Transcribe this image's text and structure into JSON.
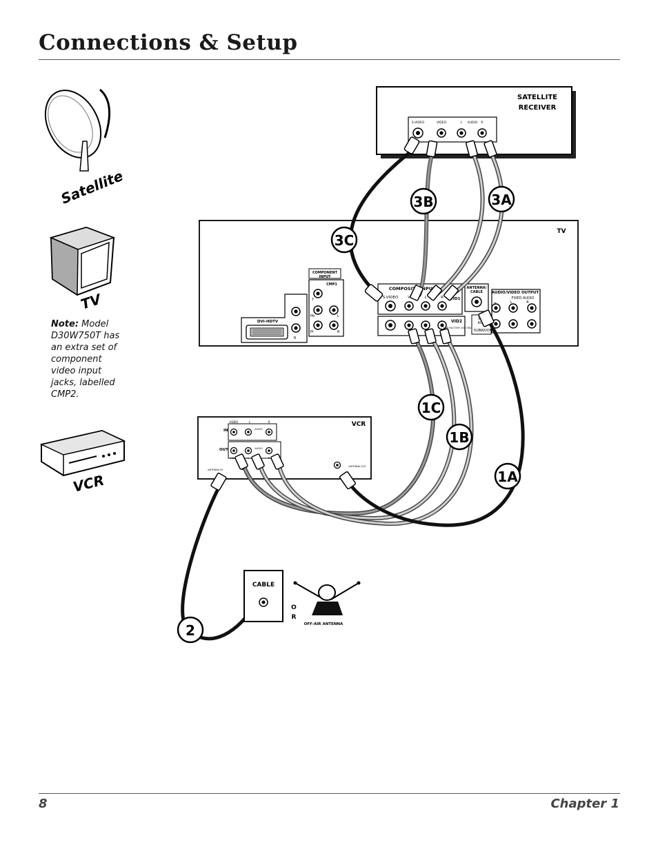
{
  "page": {
    "title": "Connections & Setup",
    "page_number": "8",
    "chapter": "Chapter 1"
  },
  "sidebar": {
    "satellite_label": "Satellite",
    "tv_label": "TV",
    "vcr_label": "VCR",
    "note_heading": "Note:",
    "note_text": " Model D30W750T has an extra set of component video input jacks, labelled CMP2."
  },
  "satellite_receiver": {
    "title_line1": "SATELLITE",
    "title_line2": "RECEIVER",
    "jack_svideo": "S-VIDEO",
    "jack_video": "VIDEO",
    "jack_l": "L",
    "jack_audio": "AUDIO",
    "jack_r": "R"
  },
  "tv_panel": {
    "title": "TV",
    "dvi": "DVI-HDTV",
    "component_line1": "COMPONENT",
    "component_line2": "INPUT",
    "cmp1": "CMP1",
    "jack_y": "Y",
    "jack_pb": "Pb",
    "jack_pr": "Pr",
    "jack_l": "L",
    "jack_r": "R",
    "composite": "COMPOSITE INPUTS",
    "svideo": "S-VIDEO",
    "jack_v": "V",
    "vid1": "VID1",
    "vid2": "VID2",
    "factory": "FOR FACTORY USE ONLY",
    "antenna_line1": "ANTENNA/",
    "antenna_line2": "CABLE",
    "av_output": "AUDIO/VIDEO OUTPUT",
    "fixed_audio": "FIXED AUDIO",
    "var_audio_line1": "VAR",
    "var_audio_line2": "AUD",
    "subwoofer": "SUBWOOFER"
  },
  "vcr_panel": {
    "title": "VCR",
    "in": "IN",
    "out": "OUT",
    "video": "VIDEO",
    "l": "L",
    "r": "R",
    "audio": "AUDIO",
    "antenna_in": "ANTENNA IN",
    "antenna_out": "ANTENNA OUT"
  },
  "sources": {
    "cable": "CABLE",
    "or_o": "O",
    "or_r": "R",
    "off_air": "OFF-AIR ANTENNA"
  },
  "callouts": {
    "c3a": "3A",
    "c3b": "3B",
    "c3c": "3C",
    "c1a": "1A",
    "c1b": "1B",
    "c1c": "1C",
    "c2": "2"
  }
}
